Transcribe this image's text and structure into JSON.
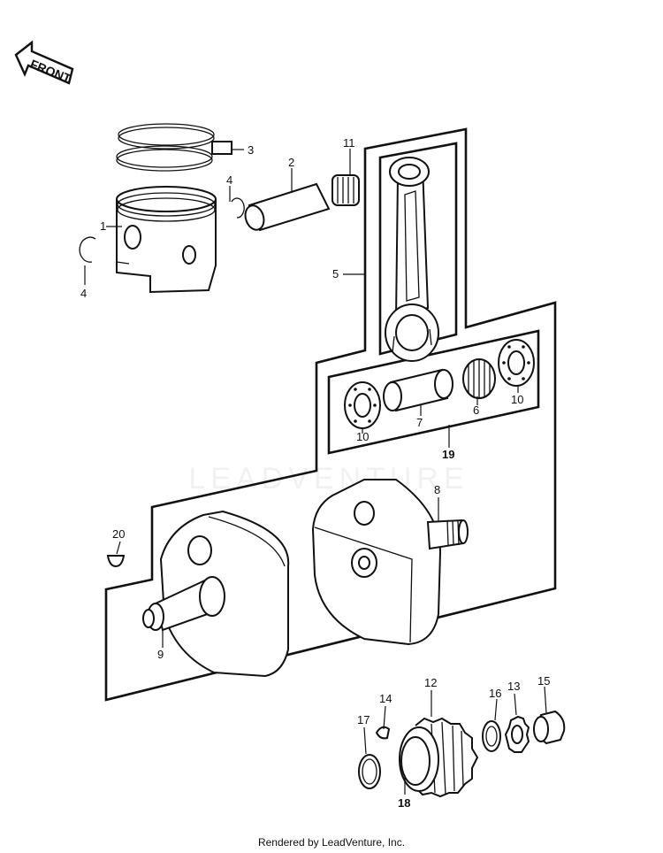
{
  "front_arrow": {
    "label": "FRONT"
  },
  "watermark": "LEADVENTURE",
  "footer": {
    "credit": "Rendered by LeadVenture, Inc."
  },
  "callouts": {
    "c1": "1",
    "c2": "2",
    "c3": "3",
    "c4a": "4",
    "c4b": "4",
    "c5": "5",
    "c6": "6",
    "c7": "7",
    "c8": "8",
    "c9": "9",
    "c10a": "10",
    "c10b": "10",
    "c11": "11",
    "c12": "12",
    "c13": "13",
    "c14": "14",
    "c15": "15",
    "c16": "16",
    "c17": "17",
    "c18": "18",
    "c19": "19",
    "c20": "20"
  }
}
